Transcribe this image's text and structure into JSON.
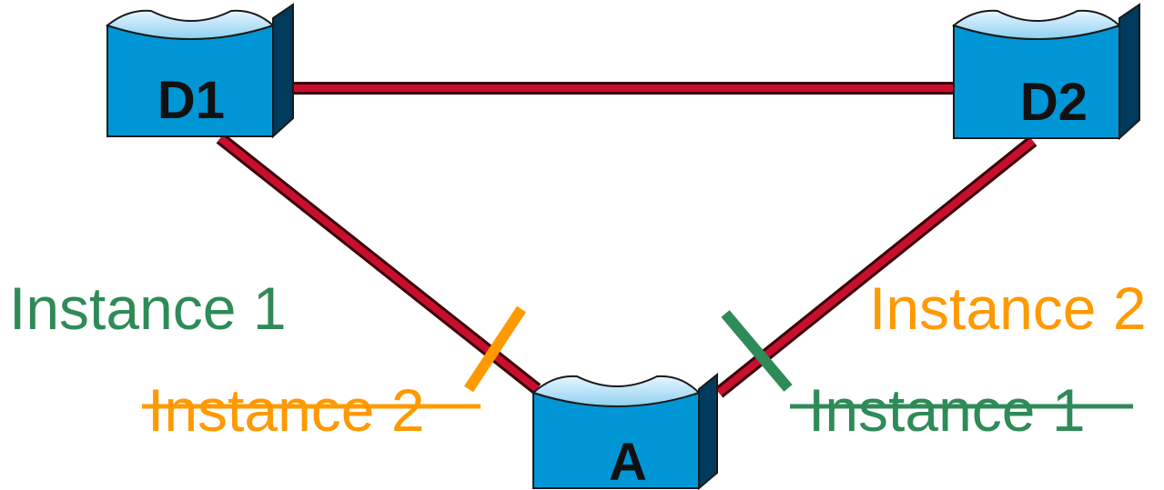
{
  "nodes": {
    "d1": {
      "label": "D1"
    },
    "d2": {
      "label": "D2"
    },
    "a": {
      "label": "A"
    }
  },
  "labels": {
    "left_active": "Instance 1",
    "left_blocked": "Instance 2",
    "right_active": "Instance 2",
    "right_blocked": "Instance 1"
  },
  "colors": {
    "link": "#c8102e",
    "instance_1": "#2e8b57",
    "instance_2": "#ff9900",
    "switch_face": "#0096d6",
    "switch_side": "#003a5c"
  }
}
